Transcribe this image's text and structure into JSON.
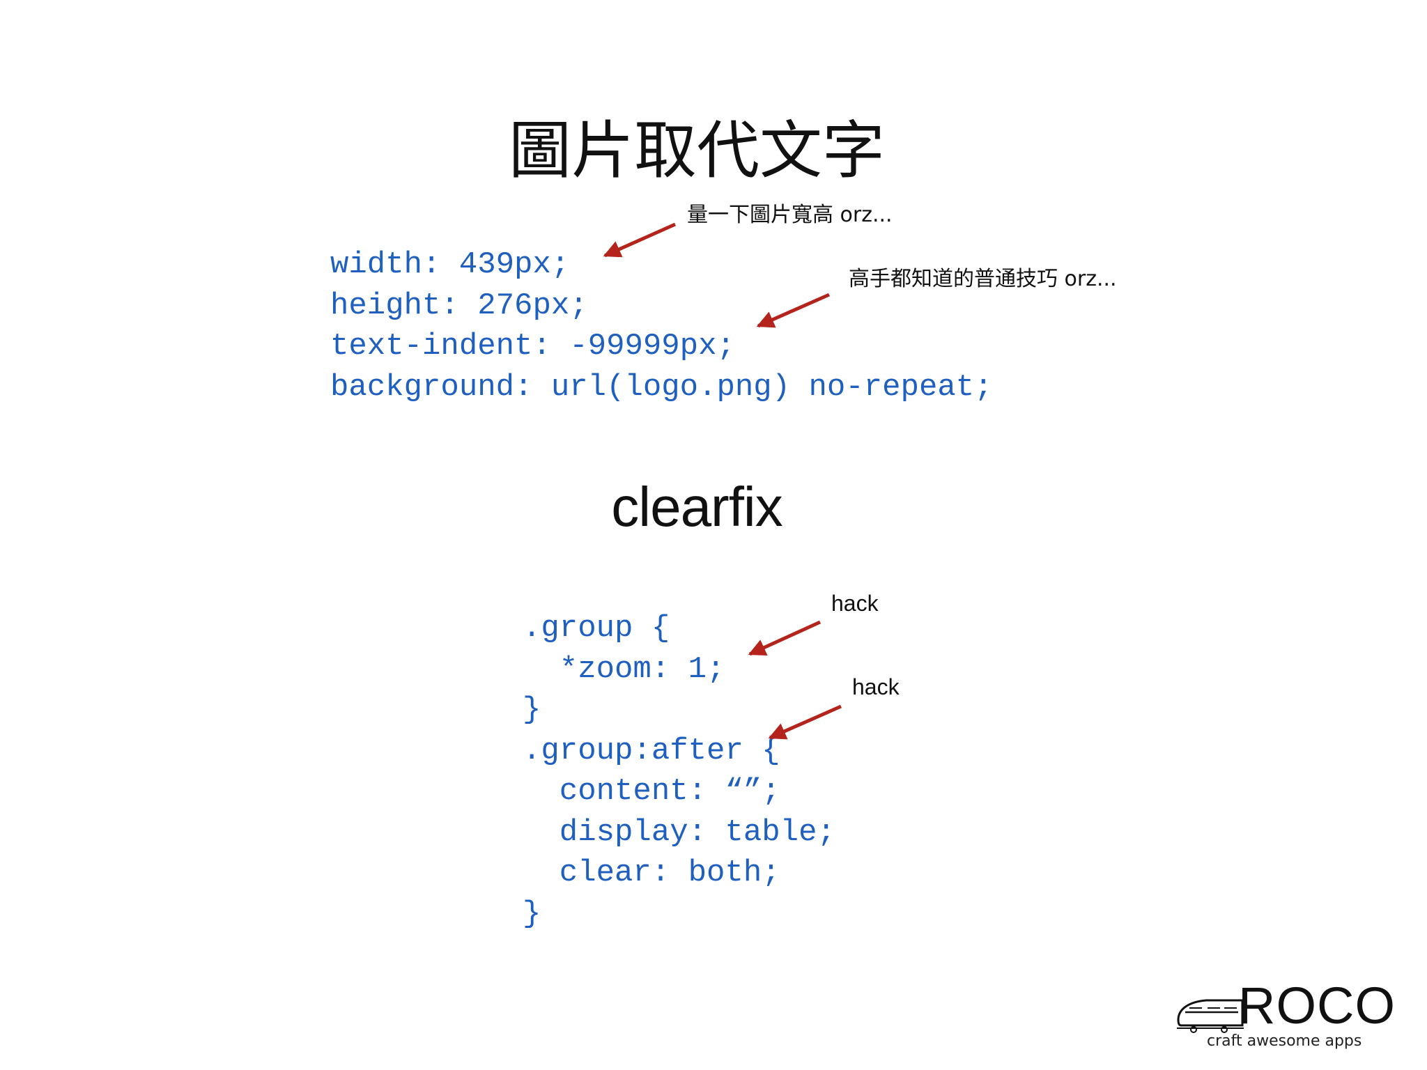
{
  "slide": {
    "title_1": "圖片取代文字",
    "title_2": "clearfix"
  },
  "code_block_1": {
    "lines": [
      "width: 439px;",
      "height: 276px;",
      "text-indent: -99999px;",
      "background: url(logo.png) no-repeat;"
    ]
  },
  "code_block_2": {
    "lines": [
      ".group {",
      "  *zoom: 1;",
      "}",
      ".group:after {",
      "  content: “”;",
      "  display: table;",
      "  clear: both;",
      "}"
    ]
  },
  "annotations": {
    "note_1": "量一下圖片寬高 orz...",
    "note_2": "高手都知道的普通技巧 orz...",
    "note_3": "hack",
    "note_4": "hack"
  },
  "brand": {
    "name": "ROCO",
    "tagline": "craft awesome apps"
  },
  "colors": {
    "code": "#1e5fc0",
    "arrow": "#b5241c",
    "text": "#111111"
  }
}
